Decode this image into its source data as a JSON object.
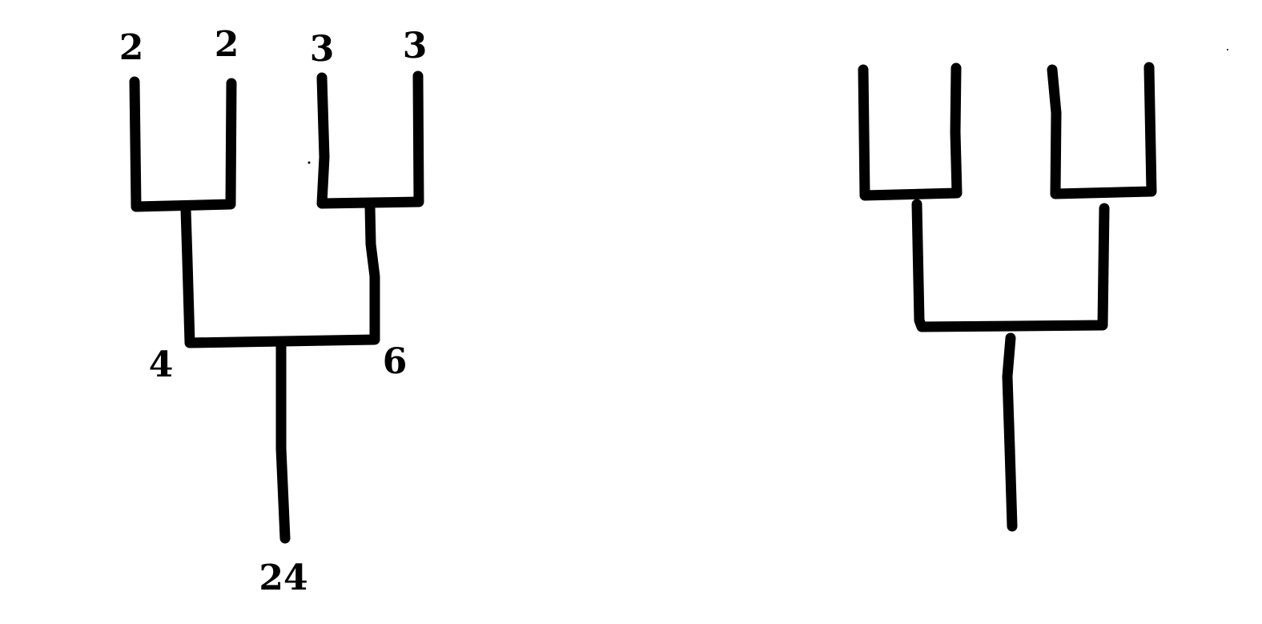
{
  "filled_tree": {
    "leaves": [
      "2",
      "2",
      "3",
      "3"
    ],
    "intermediate": [
      "4",
      "6"
    ],
    "root": "24"
  },
  "blank_tree": {
    "leaves": [
      "",
      "",
      "",
      ""
    ],
    "intermediate": [
      "",
      ""
    ],
    "root": ""
  },
  "colors": {
    "stroke": "#000000",
    "background": "#ffffff"
  }
}
